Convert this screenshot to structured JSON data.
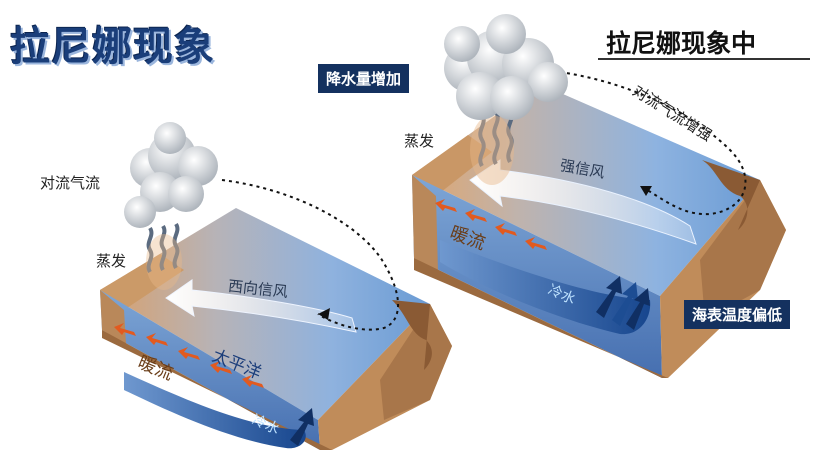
{
  "titles": {
    "main": "拉尼娜现象",
    "right": "拉尼娜现象中"
  },
  "left_panel": {
    "convection": "对流气流",
    "evaporation": "蒸发",
    "trade_wind": "西向信风",
    "ocean": "太平洋",
    "warm_current": "暖流",
    "cold_water": "冷水"
  },
  "right_panel": {
    "precipitation": "降水量增加",
    "convection": "对流气流增强",
    "evaporation": "蒸发",
    "trade_wind": "强信风",
    "warm_current": "暖流",
    "cold_water": "冷水",
    "sea_temp": "海表温度偏低"
  },
  "colors": {
    "ocean_top": "#6d9cd2",
    "ocean_deep": "#3a5f9e",
    "land": "#c79566",
    "land_dark": "#8a5a34",
    "cold_tongue": "#1e4f96",
    "warm_arrow": "#e0571f",
    "navy_label": "#14315f",
    "title_blue": "#1a3e7a"
  }
}
